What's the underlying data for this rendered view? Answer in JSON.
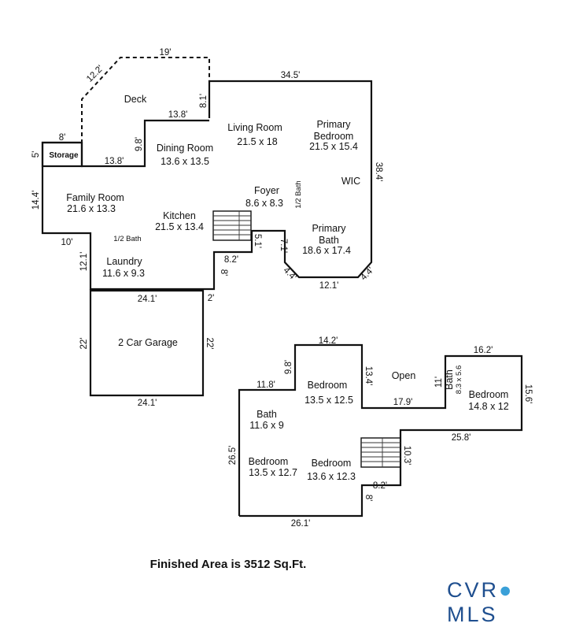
{
  "rooms": [
    {
      "id": "deck",
      "name": "Deck",
      "dims": ""
    },
    {
      "id": "living",
      "name": "Living Room",
      "dims": "21.5 x 18"
    },
    {
      "id": "primary-bedroom",
      "name": "Primary Bedroom",
      "dims": "21.5 x 15.4"
    },
    {
      "id": "dining",
      "name": "Dining Room",
      "dims": "13.6 x 13.5"
    },
    {
      "id": "storage",
      "name": "Storage",
      "dims": ""
    },
    {
      "id": "family",
      "name": "Family Room",
      "dims": "21.6 x 13.3"
    },
    {
      "id": "kitchen",
      "name": "Kitchen",
      "dims": "21.5 x 13.4"
    },
    {
      "id": "foyer",
      "name": "Foyer",
      "dims": "8.6 x 8.3"
    },
    {
      "id": "wic",
      "name": "WIC",
      "dims": ""
    },
    {
      "id": "half-bath-1",
      "name": "1/2 Bath",
      "dims": ""
    },
    {
      "id": "half-bath-2",
      "name": "1/2 Bath",
      "dims": ""
    },
    {
      "id": "primary-bath",
      "name": "Primary Bath",
      "dims": "18.6 x 17.4"
    },
    {
      "id": "laundry",
      "name": "Laundry",
      "dims": "11.6 x 9.3"
    },
    {
      "id": "garage",
      "name": "2 Car Garage",
      "dims": ""
    },
    {
      "id": "bedroom-a",
      "name": "Bedroom",
      "dims": "13.5 x 12.5"
    },
    {
      "id": "open",
      "name": "Open",
      "dims": ""
    },
    {
      "id": "bath-small",
      "name": "Bath",
      "dims": "8.3 x 5.6"
    },
    {
      "id": "bedroom-b",
      "name": "Bedroom",
      "dims": "14.8 x 12"
    },
    {
      "id": "bath-upper",
      "name": "Bath",
      "dims": "11.6 x 9"
    },
    {
      "id": "bedroom-c",
      "name": "Bedroom",
      "dims": "13.5 x 12.7"
    },
    {
      "id": "bedroom-d",
      "name": "Bedroom",
      "dims": "13.6 x 12.3"
    }
  ],
  "dimensions": {
    "d19": "19'",
    "d12_2": "12.2'",
    "d34_5": "34.5'",
    "d8_1": "8.1'",
    "d13_8a": "13.8'",
    "d9_8a": "9.8'",
    "d8": "8'",
    "d5": "5'",
    "d13_8b": "13.8'",
    "d38_4": "38.4'",
    "d14_4": "14.4'",
    "d10": "10'",
    "d5_1": "5.1'",
    "d7_1": "7.1'",
    "d8_2a": "8.2'",
    "d12_1a": "12.1'",
    "d8a": "8'",
    "d4_4a": "4.4'",
    "d12_1b": "12.1'",
    "d4_4b": "4.4'",
    "d24_1a": "24.1'",
    "d2": "2'",
    "d22a": "22'",
    "d22b": "22'",
    "d24_1b": "24.1'",
    "d14_2": "14.2'",
    "d16_2": "16.2'",
    "d9_8b": "9.8'",
    "d13_4": "13.4'",
    "d11": "11'",
    "d15_6": "15.6'",
    "d11_8": "11.8'",
    "d17_9": "17.9'",
    "d25_8": "25.8'",
    "d26_5": "26.5'",
    "d10_3": "10.3'",
    "d8_2b": "8.2'",
    "d8b": "8'",
    "d26_1": "26.1'"
  },
  "footer": {
    "total": "Finished Area is 3512 Sq.Ft.",
    "brand_left": "CVR",
    "brand_right": "MLS",
    "brand_color": "#1f4f8f",
    "pin_icon": "map-pin-icon"
  }
}
